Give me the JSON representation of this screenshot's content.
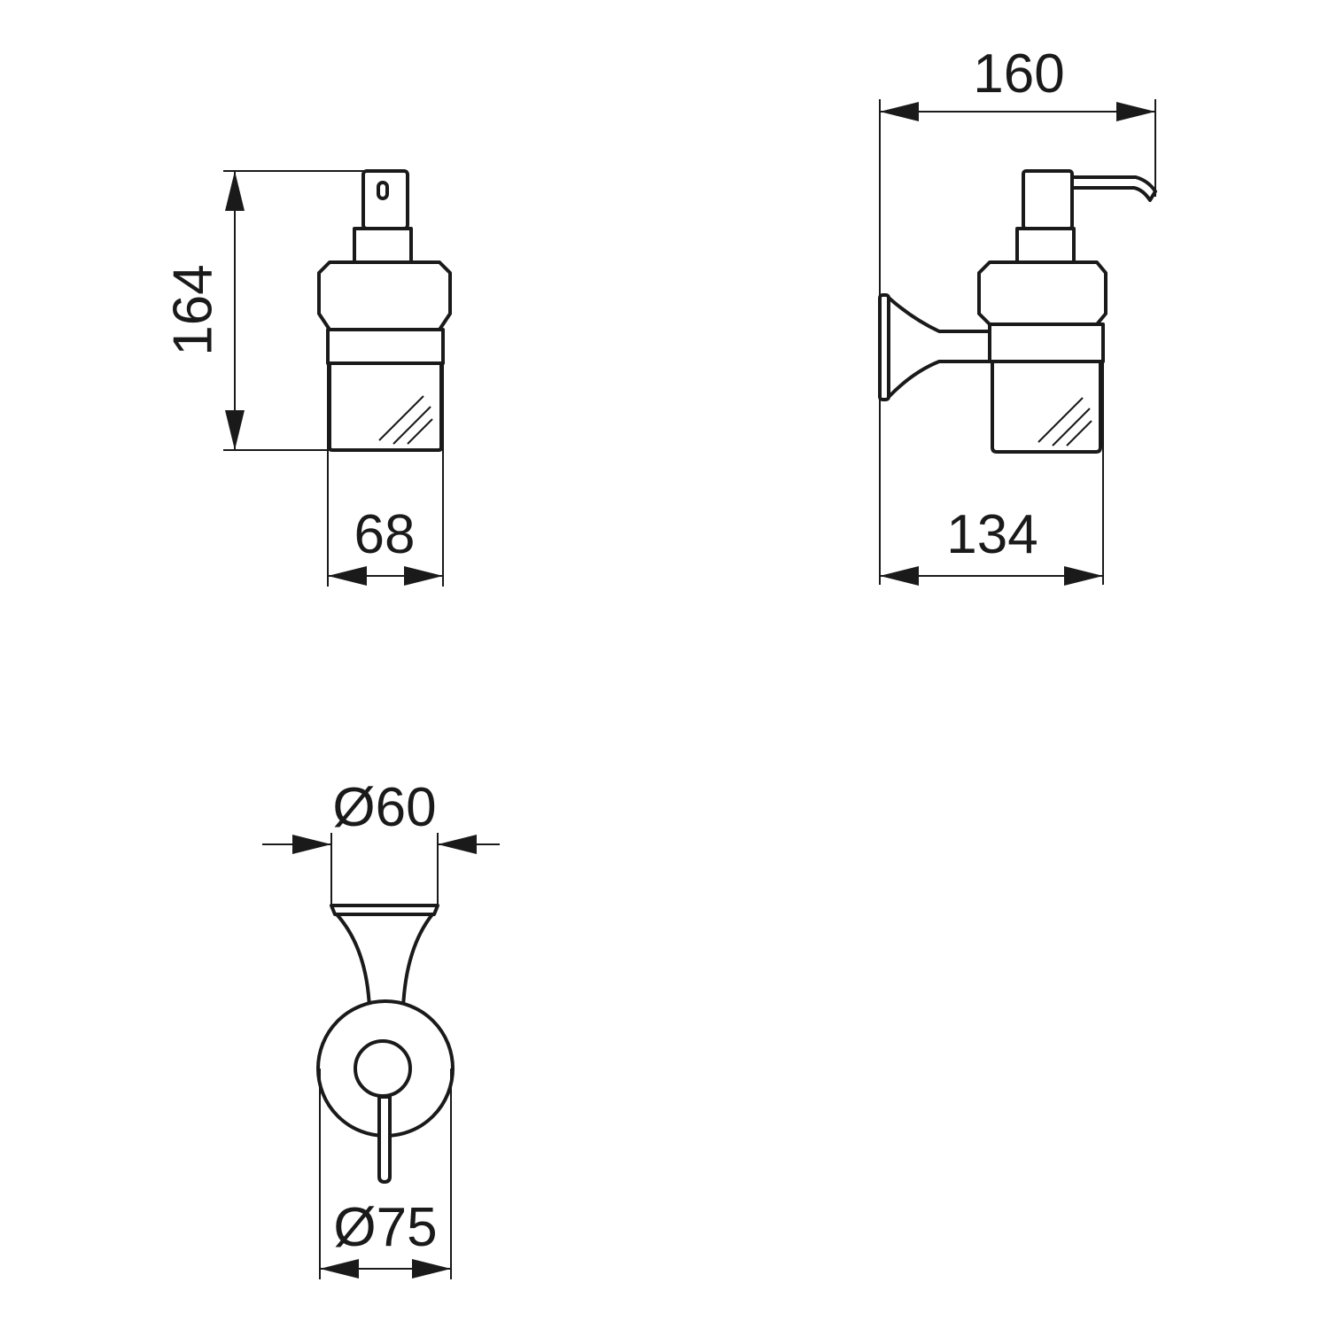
{
  "drawing": {
    "views": {
      "front": {
        "height_label": "164",
        "width_label": "68"
      },
      "side": {
        "overall_label": "160",
        "depth_label": "134"
      },
      "top": {
        "cup_diameter_label": "Ø60",
        "rosette_diameter_label": "Ø75"
      }
    },
    "colors": {
      "line": "#1a1a1a",
      "background": "#ffffff"
    }
  }
}
